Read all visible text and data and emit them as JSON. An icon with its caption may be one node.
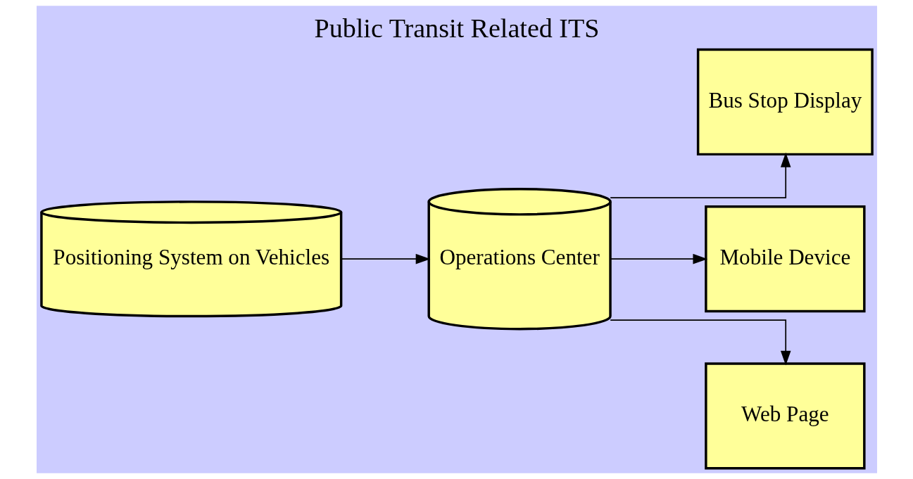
{
  "diagram": {
    "title": "Public Transit Related ITS",
    "nodes": [
      {
        "text": [
          "Operations Center"
        ]
      },
      {
        "text": [
          "Bus Stop Display"
        ]
      },
      {
        "text": [
          "Mobile Device"
        ]
      },
      {
        "text": [
          "Web Page"
        ]
      },
      {
        "text": [
          "Positioning System on Vehicles"
        ]
      }
    ],
    "edges": [
      {
        "from": 4,
        "to": 0,
        "arrow": "to"
      },
      {
        "from": 0,
        "to": 1,
        "arrow": "to"
      },
      {
        "from": 0,
        "to": 2,
        "arrow": "to"
      },
      {
        "from": 0,
        "to": 3,
        "arrow": "to"
      }
    ]
  }
}
